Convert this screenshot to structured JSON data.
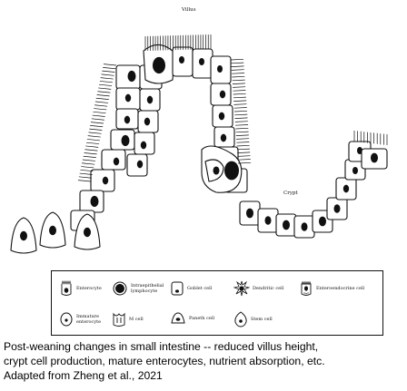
{
  "diagram": {
    "label_villus": "Villus",
    "label_crypt": "Crypt"
  },
  "legend": [
    {
      "icon": "enterocyte-icon",
      "label": "Enterocyte"
    },
    {
      "icon": "intraepithelial-lymphocyte-icon",
      "label": "Intraepithelial\nlymphocyte"
    },
    {
      "icon": "goblet-cell-icon",
      "label": "Goblet cell"
    },
    {
      "icon": "dendritic-cell-icon",
      "label": "Dendritic cell"
    },
    {
      "icon": "enteroendocrine-cell-icon",
      "label": "Enteroendocrine cell"
    },
    {
      "icon": "immature-enterocyte-icon",
      "label": "Immature\nenterocyte"
    },
    {
      "icon": "m-cell-icon",
      "label": "M cell"
    },
    {
      "icon": "paneth-cell-icon",
      "label": "Paneth cell"
    },
    {
      "icon": "stem-cell-icon",
      "label": "Stem cell"
    }
  ],
  "caption": {
    "line1": "Post-weaning changes in small intestine -- reduced villus height,",
    "line2": "crypt cell production, mature enterocytes, nutrient absorption, etc.",
    "line3": "Adapted from Zheng et al., 2021"
  }
}
